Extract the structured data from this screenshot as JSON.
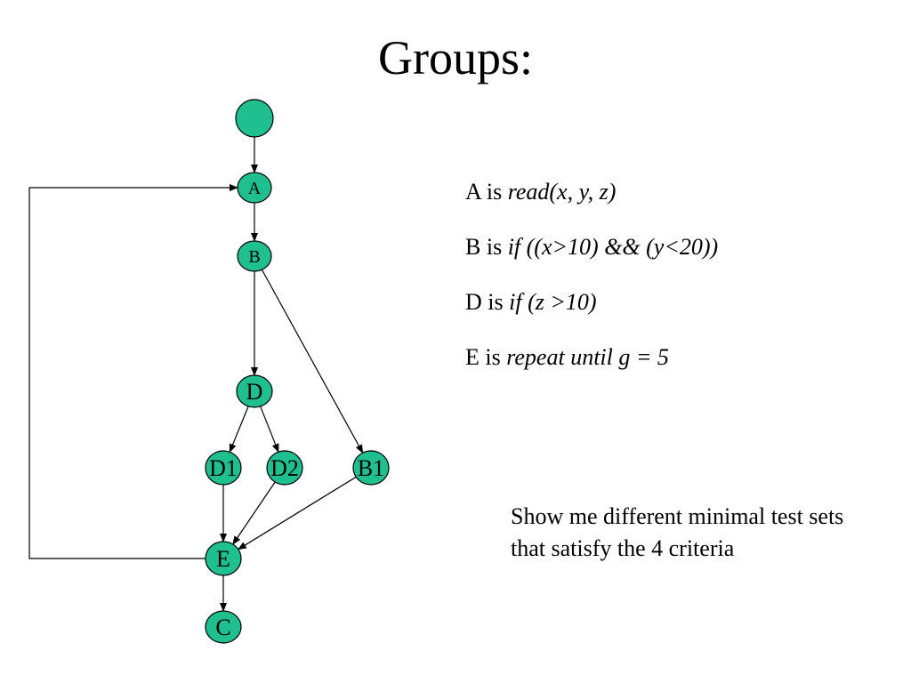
{
  "slide": {
    "title": "Groups:"
  },
  "graph": {
    "node_color": "#1fbf8f",
    "nodes": [
      {
        "id": "start",
        "label": ""
      },
      {
        "id": "A",
        "label": "A"
      },
      {
        "id": "B",
        "label": "B"
      },
      {
        "id": "D",
        "label": "D"
      },
      {
        "id": "D1",
        "label": "D1"
      },
      {
        "id": "D2",
        "label": "D2"
      },
      {
        "id": "B1",
        "label": "B1"
      },
      {
        "id": "E",
        "label": "E"
      },
      {
        "id": "C",
        "label": "C"
      }
    ],
    "edges": [
      [
        "start",
        "A"
      ],
      [
        "A",
        "B"
      ],
      [
        "B",
        "D"
      ],
      [
        "B",
        "B1"
      ],
      [
        "D",
        "D1"
      ],
      [
        "D",
        "D2"
      ],
      [
        "D1",
        "E"
      ],
      [
        "D2",
        "E"
      ],
      [
        "B1",
        "E"
      ],
      [
        "E",
        "C"
      ],
      [
        "E",
        "A"
      ]
    ]
  },
  "definitions": [
    {
      "prefix": "A is ",
      "expr": "read(x, y, z)"
    },
    {
      "prefix": "B is ",
      "expr": "if ((x>10) && (y<20))"
    },
    {
      "prefix": "D is ",
      "expr": "if (z >10)"
    },
    {
      "prefix": "E is ",
      "expr": "repeat until g = 5"
    }
  ],
  "note": "Show me different minimal test sets that satisfy the 4 criteria"
}
